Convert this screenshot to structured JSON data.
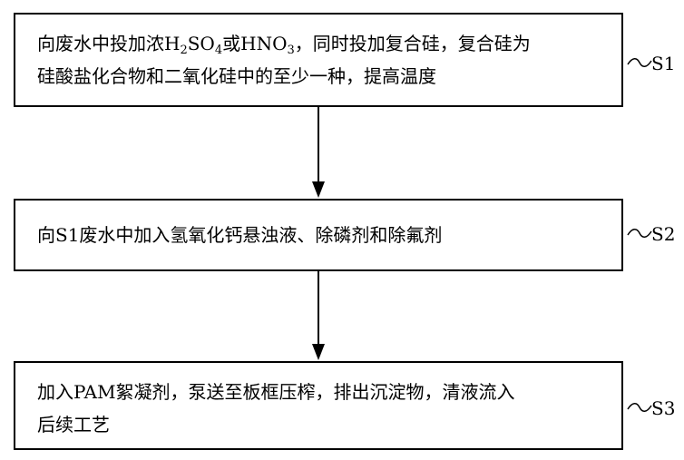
{
  "steps": [
    {
      "id": "S1",
      "text_line1_a": "向废水中投加浓H",
      "text_line1_sub1": "2",
      "text_line1_b": "SO",
      "text_line1_sub2": "4",
      "text_line1_c": "或HNO",
      "text_line1_sub3": "3",
      "text_line1_d": "，同时投加复合硅，复合硅为",
      "text_line2": "硅酸盐化合物和二氧化硅中的至少一种，提高温度"
    },
    {
      "id": "S2",
      "text_line1": "向S1废水中加入氢氧化钙悬浊液、除磷剂和除氟剂"
    },
    {
      "id": "S3",
      "text_line1": "加入PAM絮凝剂，泵送至板框压榨，排出沉淀物，清液流入",
      "text_line2": "后续工艺"
    }
  ]
}
